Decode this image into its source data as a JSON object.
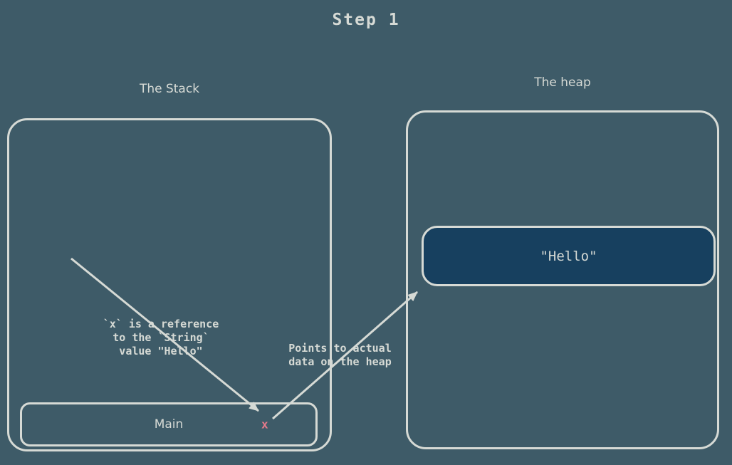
{
  "title": "Step 1",
  "colors": {
    "bg": "#3e5b68",
    "line": "#d6dad5",
    "text": "#d6dad5",
    "heap-value-bg": "#17405f",
    "variable": "#e87a8b"
  },
  "stack": {
    "label": "The Stack",
    "frame_label": "Main",
    "variable": "x"
  },
  "heap": {
    "label": "The heap",
    "value": "\"Hello\""
  },
  "annotations": {
    "reference": "`x` is a reference\nto the `String`\nvalue \"Hello\"",
    "points": "Points to actual\ndata on the heap"
  }
}
